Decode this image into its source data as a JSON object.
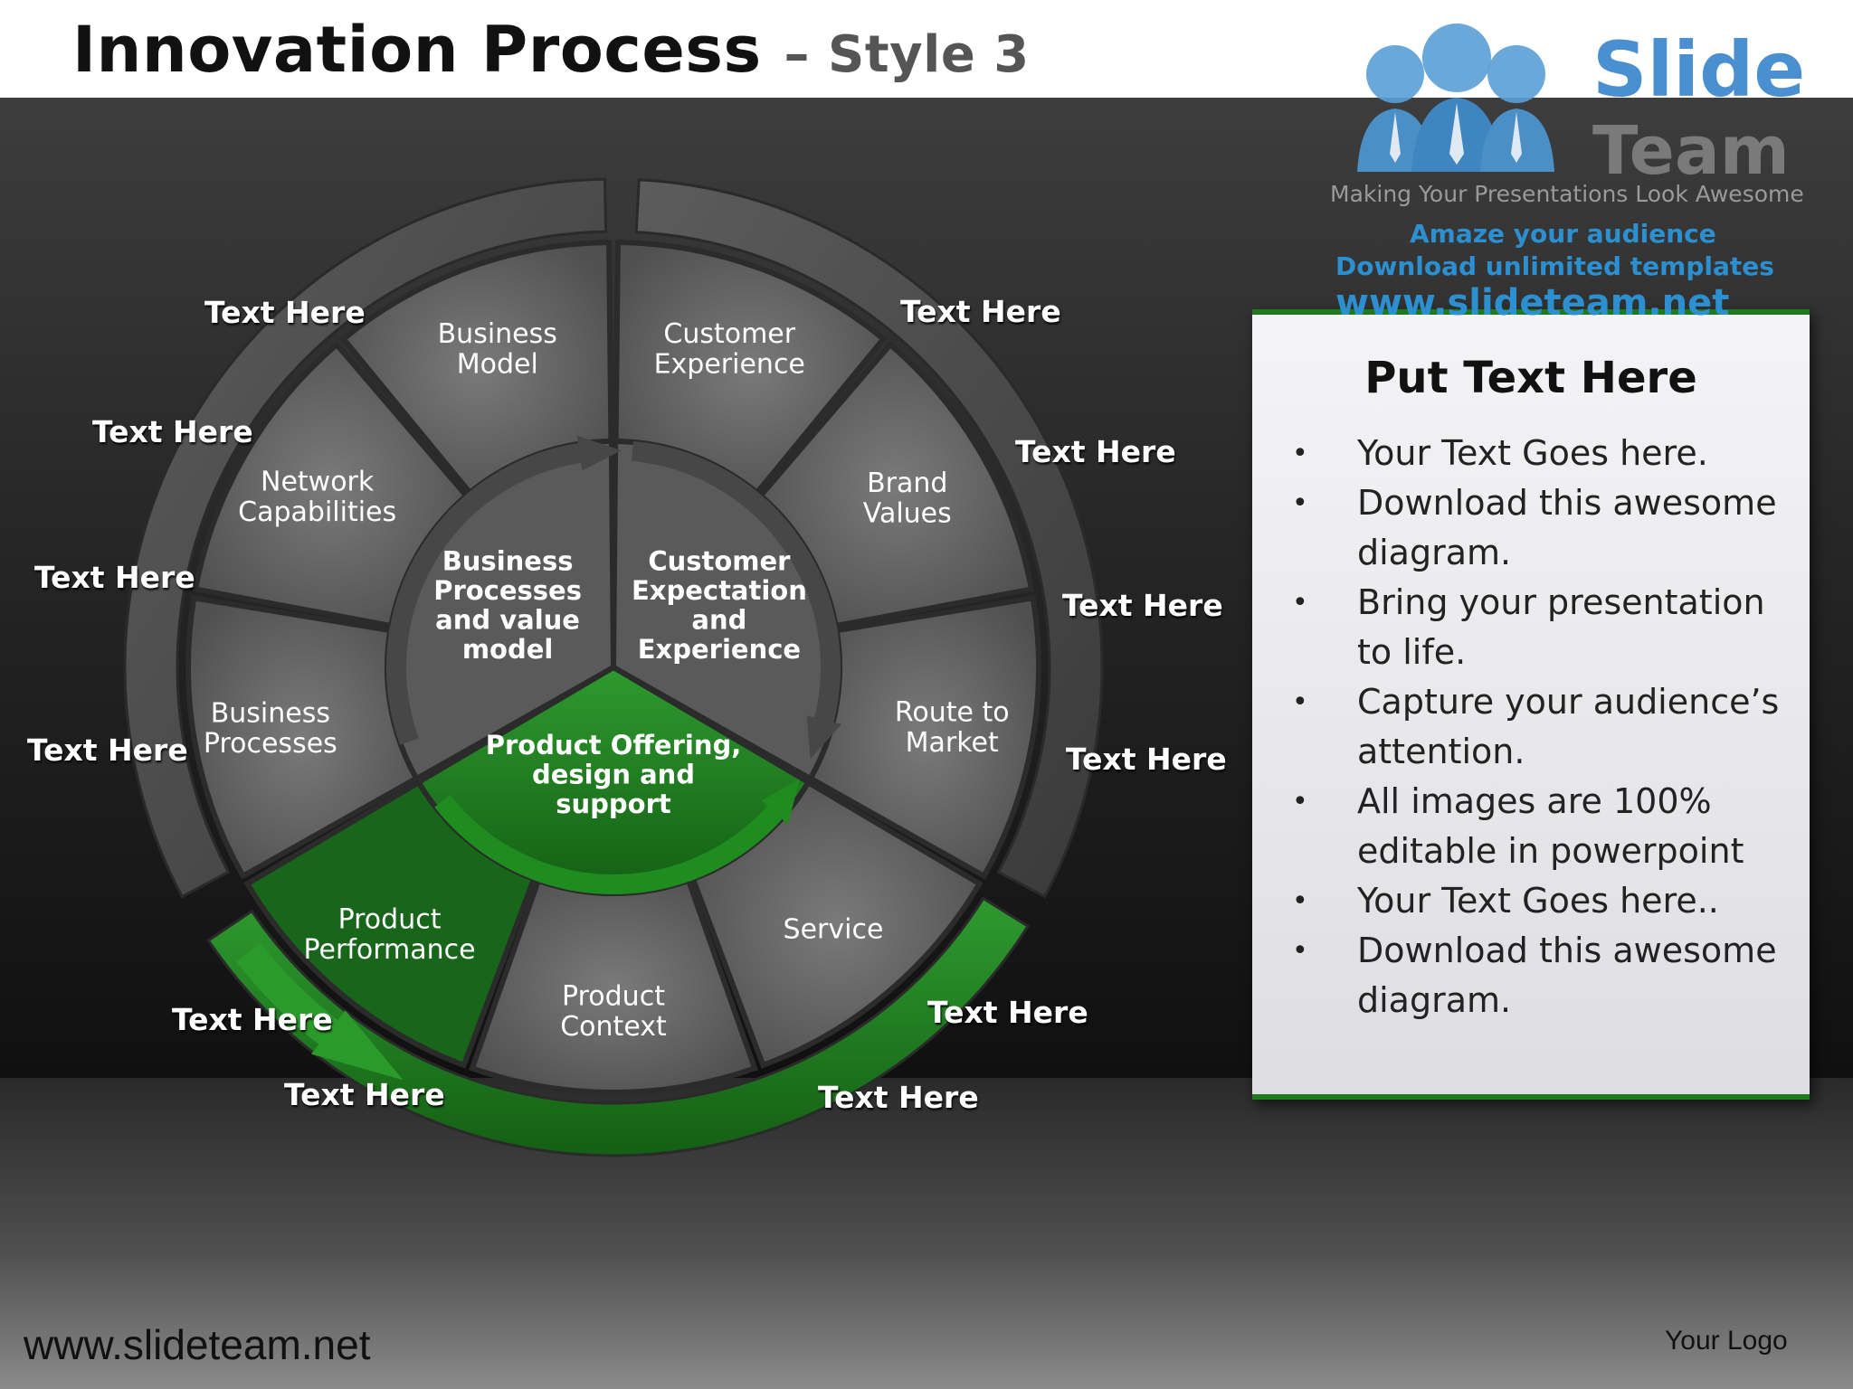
{
  "title": {
    "main": "Innovation Process",
    "sub": "– Style 3"
  },
  "colors": {
    "accent_green": "#1d7a1d",
    "segment_gray": "#6a6a6a",
    "background": "#2b2b2b"
  },
  "outer_segments": [
    {
      "label": "Business\nModel"
    },
    {
      "label": "Customer\nExperience"
    },
    {
      "label": "Network\nCapabilities"
    },
    {
      "label": "Brand\nValues"
    },
    {
      "label": "Business\nProcesses"
    },
    {
      "label": "Route to\nMarket"
    },
    {
      "label": "Product\nPerformance"
    },
    {
      "label": "Service"
    },
    {
      "label": "Product\nContext"
    }
  ],
  "inner_segments": [
    {
      "label": "Business\nProcesses\nand value\nmodel"
    },
    {
      "label": "Customer\nExpectation\nand\nExperience"
    },
    {
      "label": "Product Offering,\ndesign and\nsupport"
    }
  ],
  "callouts": [
    "Text Here",
    "Text Here",
    "Text Here",
    "Text Here",
    "Text Here",
    "Text Here",
    "Text Here",
    "Text Here",
    "Text Here",
    "Text Here",
    "Text Here",
    "Text Here"
  ],
  "panel": {
    "title": "Put Text Here",
    "bullets": [
      "Your Text Goes here.",
      "Download this awesome diagram.",
      "Bring your presentation to life.",
      "Capture your audience’s attention.",
      "All images are 100% editable in powerpoint",
      "Your Text Goes here..",
      "Download this awesome diagram."
    ]
  },
  "logo": {
    "slide": "Slide",
    "team": "Team",
    "tagline": "Making Your Presentations Look Awesome",
    "line1": "Amaze your audience",
    "line2": "Download unlimited templates",
    "url": "www.slideteam.net"
  },
  "footer": {
    "url": "www.slideteam.net",
    "logo": "Your Logo"
  }
}
